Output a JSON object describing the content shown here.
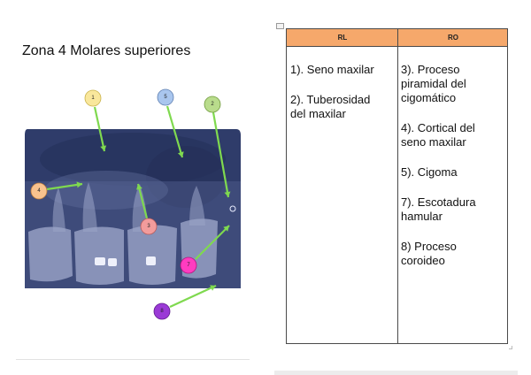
{
  "title": "Zona 4 Molares superiores",
  "arrow_color": "#7fd94f",
  "markers": [
    {
      "label": "1",
      "color": "#f9e79c",
      "border": "#c9b24a"
    },
    {
      "label": "2",
      "color": "#b9dc8c",
      "border": "#6f9a3c"
    },
    {
      "label": "3",
      "color": "#f29c9c",
      "border": "#b65a5a"
    },
    {
      "label": "4",
      "color": "#f8c28e",
      "border": "#bd7d3e"
    },
    {
      "label": "5",
      "color": "#a9c6ee",
      "border": "#5f7fb0"
    },
    {
      "label": "7",
      "color": "#ff3cc0",
      "border": "#b3137f"
    },
    {
      "label": "8",
      "color": "#9a3ad6",
      "border": "#5e1c8c"
    }
  ],
  "radiograph": {
    "background_color": "#2f3c6a",
    "tooth_color": "#9ba4c8",
    "filling_color": "#eef0fa"
  },
  "table": {
    "header_color": "#f6a86b",
    "columns": [
      "RL",
      "RO"
    ],
    "rl": [
      [
        "1). Seno maxilar"
      ],
      [
        "2). Tuberosidad",
        "del maxilar"
      ]
    ],
    "ro": [
      [
        "3). Proceso",
        "piramidal del",
        "cigomático"
      ],
      [
        "4). Cortical del",
        "seno maxilar"
      ],
      [
        "5). Cigoma"
      ],
      [
        "7). Escotadura",
        "hamular"
      ],
      [
        "8) Proceso",
        "coroideo"
      ]
    ]
  }
}
